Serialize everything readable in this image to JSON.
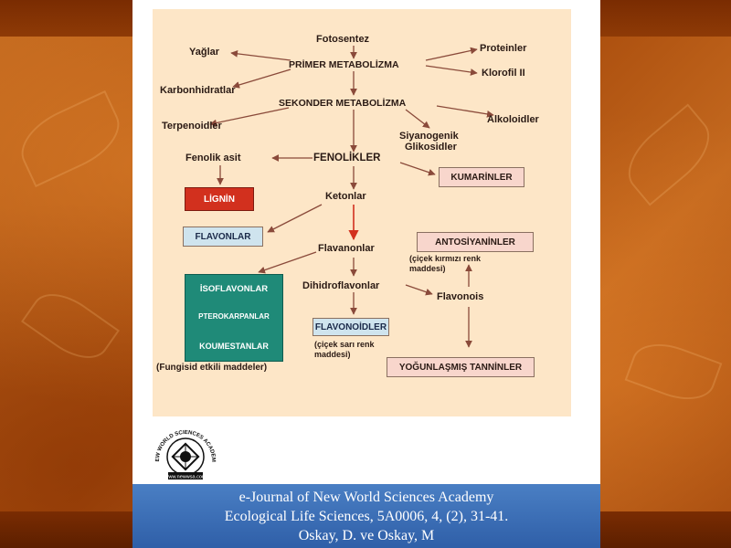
{
  "diagram": {
    "nodes": {
      "fotosentez": "Fotosentez",
      "primer": "PRİMER METABOLİZMA",
      "yaglar": "Yağlar",
      "proteinler": "Proteinler",
      "klorofil": "Klorofil II",
      "karbonhidratlar": "Karbonhidratlar",
      "sekonder": "SEKONDER METABOLİZMA",
      "terpenoidler": "Terpenoidler",
      "alkoloidler": "Alkoloidler",
      "siyanogenik": "Siyanogenik",
      "glikosidler": "Glikosidler",
      "fenolik_asit": "Fenolik asit",
      "fenolikler": "FENOLİKLER",
      "kumarinler": "KUMARİNLER",
      "lignin": "LİGNİN",
      "ketonlar": "Ketonlar",
      "flavonlar": "FLAVONLAR",
      "flavanonlar": "Flavanonlar",
      "antosiyaninler": "ANTOSİYANİNLER",
      "antosiyanin_note_1": "(çiçek kırmızı renk",
      "antosiyanin_note_2": "maddesi)",
      "dihidroflavonlar": "Dihidroflavonlar",
      "flavonois": "Flavonois",
      "isoflavonlar": "İSOFLAVONLAR",
      "pterokarpanlar": "PTEROKARPANLAR",
      "koumestanlar": "KOUMESTANLAR",
      "fungisid": "(Fungisid etkili maddeler)",
      "flavonoidler": "FLAVONOİDLER",
      "flavonoid_note_1": "(çiçek sarı renk",
      "flavonoid_note_2": "maddesi)",
      "tanninler": "YOĞUNLAŞMIŞ TANNİNLER"
    }
  },
  "logo": {
    "text": "NEW WORLD SCIENCES ACADEMY",
    "url": "www.newwsa.com"
  },
  "footer": {
    "line1": "e-Journal of New World Sciences Academy",
    "line2": "Ecological Life Sciences, 5A0006, 4, (2), 31-41.",
    "line3": "Oskay, D. ve Oskay, M"
  },
  "colors": {
    "background": "#b85a14",
    "figure_panel": "#fde6c7",
    "arrow": "#8a4a3a",
    "arrow_red": "#d2301e",
    "footer": "#3a6db5",
    "iso_box": "#1f8a78"
  }
}
